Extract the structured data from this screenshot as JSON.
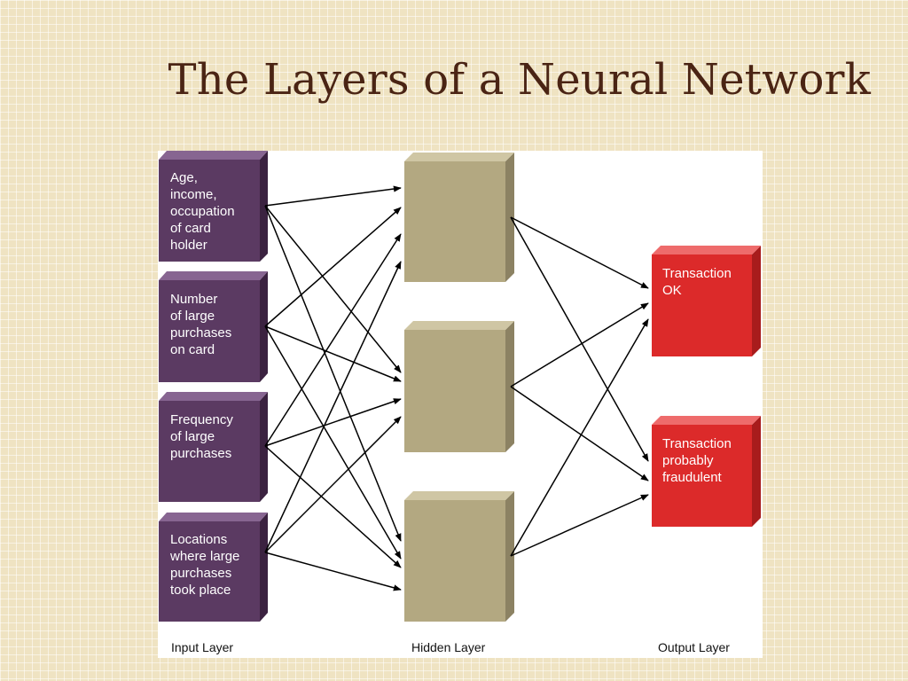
{
  "slide": {
    "title": "The Layers of a Neural Network"
  },
  "diagram": {
    "inputs": [
      "Age,\nincome,\noccupation\nof card\nholder",
      "Number\nof large\npurchases\non card",
      "Frequency\nof large\npurchases",
      "Locations\nwhere large\npurchases\ntook place"
    ],
    "outputs": [
      "Transaction\nOK",
      "Transaction\nprobably\nfraudulent"
    ],
    "layers": {
      "input": "Input Layer",
      "hidden": "Hidden Layer",
      "output": "Output Layer"
    },
    "colors": {
      "input_node": "#5b3a62",
      "hidden_node": "#b3a881",
      "output_node": "#dc2a2a"
    }
  }
}
